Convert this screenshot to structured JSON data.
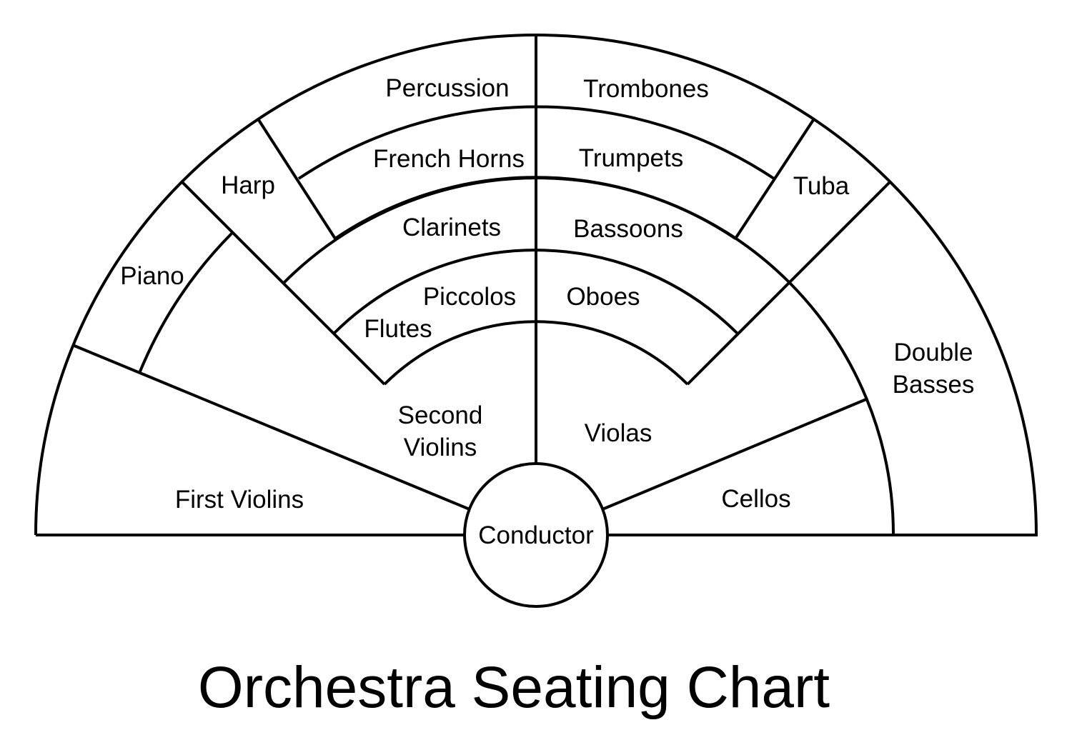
{
  "title": "Orchestra Seating Chart",
  "center": {
    "label": "Conductor"
  },
  "sections": {
    "percussion": "Percussion",
    "trombones": "Trombones",
    "french_horns": "French Horns",
    "trumpets": "Trumpets",
    "harp": "Harp",
    "tuba": "Tuba",
    "clarinets": "Clarinets",
    "bassoons": "Bassoons",
    "piano": "Piano",
    "piccolos": "Piccolos",
    "oboes": "Oboes",
    "flutes": "Flutes",
    "double_basses": [
      "Double",
      "Basses"
    ],
    "second_violins": [
      "Second",
      "Violins"
    ],
    "violas": "Violas",
    "first_violins": "First Violins",
    "cellos": "Cellos"
  },
  "colors": {
    "stroke": "#000000",
    "background": "#ffffff",
    "text": "#000000"
  }
}
